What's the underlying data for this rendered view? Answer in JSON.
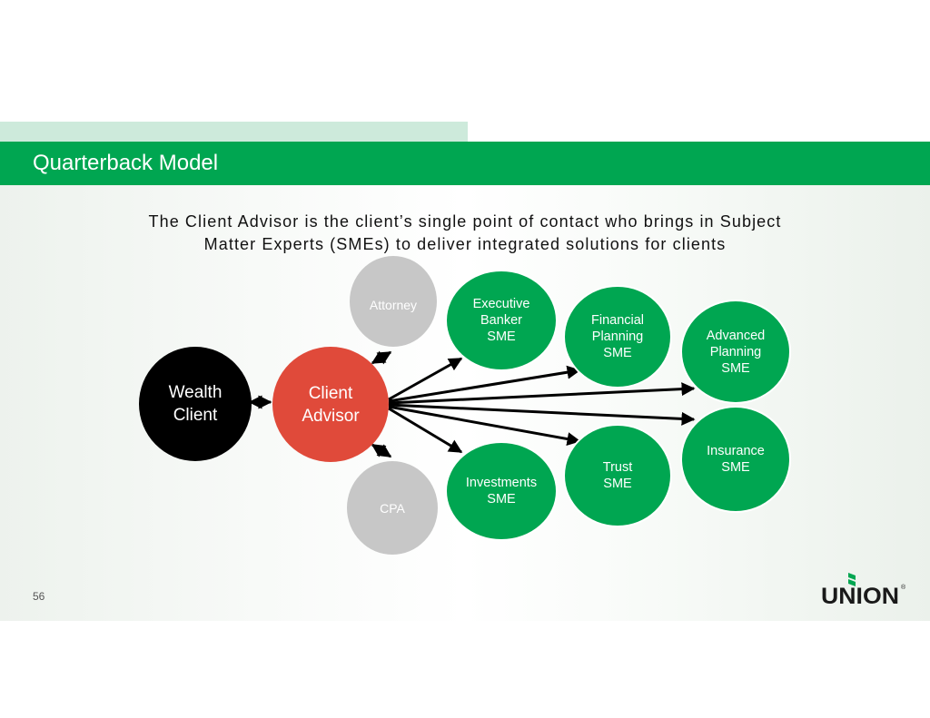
{
  "slide": {
    "title": "Quarterback Model",
    "subtitle_line1": "The Client Advisor is the client’s single point of contact who brings in Subject",
    "subtitle_line2": "Matter Experts (SMEs) to deliver integrated solutions for clients",
    "page_number": "56"
  },
  "diagram": {
    "wealth_client": "Wealth\nClient",
    "client_advisor": "Client\nAdvisor",
    "attorney": "Attorney",
    "cpa": "CPA",
    "executive_banker_sme": "Executive\nBanker\nSME",
    "financial_planning_sme": "Financial\nPlanning\nSME",
    "advanced_planning_sme": "Advanced\nPlanning\nSME",
    "insurance_sme": "Insurance\nSME",
    "trust_sme": "Trust\nSME",
    "investments_sme": "Investments\nSME"
  },
  "logo": {
    "text": "UNION",
    "mark": "®"
  },
  "colors": {
    "brand_green": "#00a651",
    "accent_light_green": "#cdeadb",
    "advisor_red": "#e04a3a",
    "client_black": "#000000",
    "neutral_gray": "#c7c7c7"
  }
}
